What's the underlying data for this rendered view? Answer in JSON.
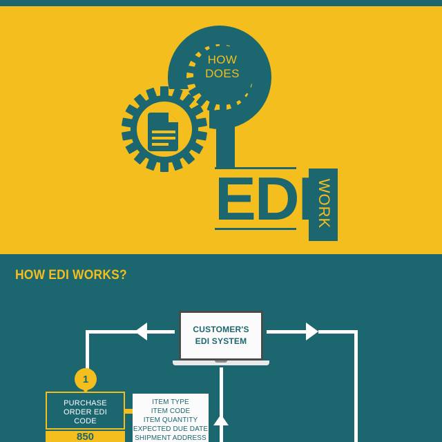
{
  "theme": {
    "yellow": "#f3be1e",
    "teal": "#1c6670",
    "white": "#ffffff",
    "screen_border": "#4a4a4a"
  },
  "hero": {
    "gear_top_text_line1": "HOW",
    "gear_top_text_line2": "DOES",
    "wordmark": "EDI",
    "wordmark_side": "WORK",
    "icons": {
      "question_mark": "question-mark-shape",
      "upper_gear": "gear-icon",
      "lower_gear": "gear-icon",
      "document": "document-icon"
    }
  },
  "section": {
    "title": "HOW EDI WORKS?"
  },
  "diagram": {
    "laptop": {
      "label_line1": "CUSTOMER'S",
      "label_line2": "EDI SYSTEM"
    },
    "step_badge": "1",
    "purchase_order": {
      "line1": "PURCHASE",
      "line2": "ORDER EDI",
      "line3": "CODE",
      "code": "850"
    },
    "detail_card": {
      "items": [
        "ITEM TYPE",
        "ITEM CODE",
        "ITEM QUANTITY",
        "EXPECTED DUE DATE",
        "SHIPMENT ADDRESS"
      ]
    },
    "arrows": {
      "left": "arrow-left-icon",
      "right": "arrow-right-icon",
      "up": "arrow-up-icon"
    }
  }
}
